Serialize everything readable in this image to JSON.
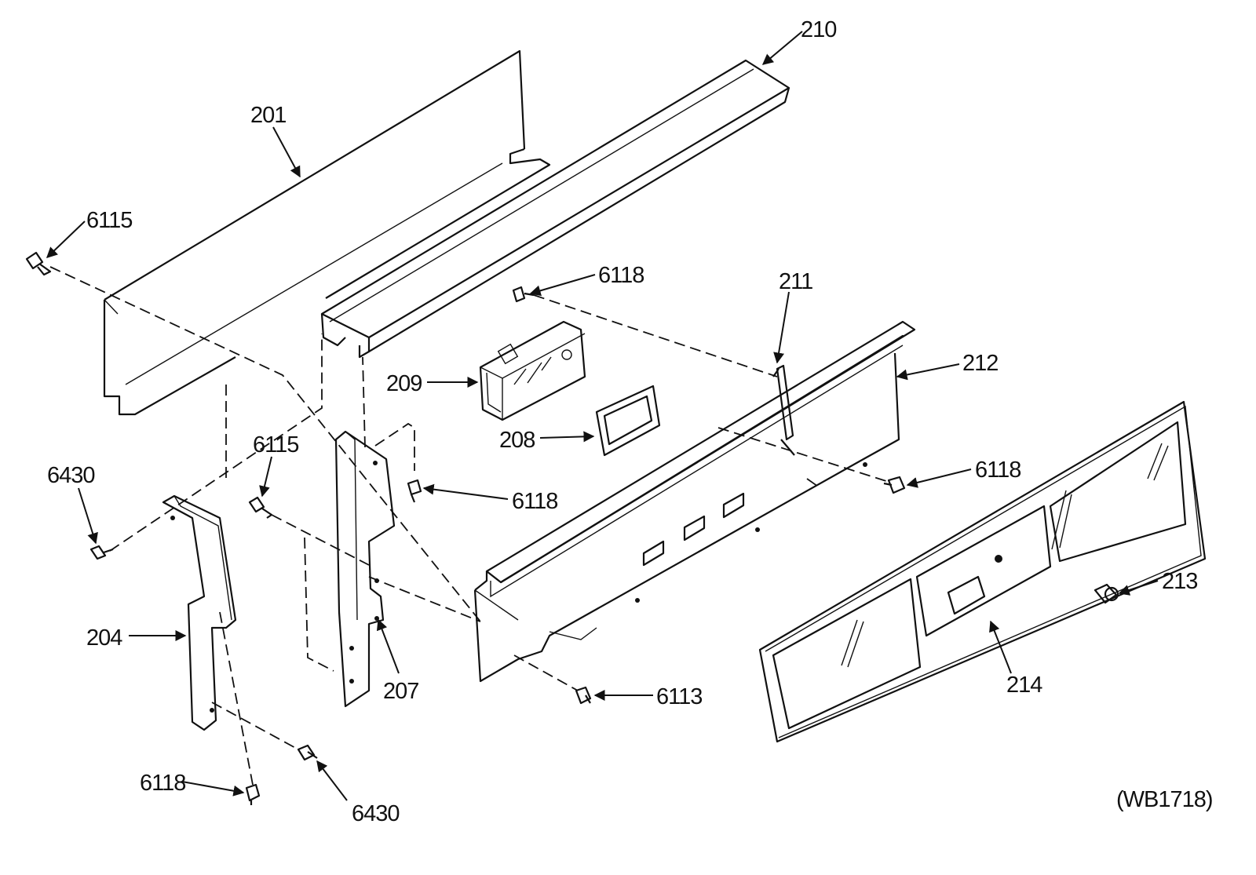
{
  "labels": {
    "l201": "201",
    "l210": "210",
    "l6115a": "6115",
    "l6118a": "6118",
    "l211": "211",
    "l212": "212",
    "l209": "209",
    "l208": "208",
    "l6115b": "6115",
    "l6430a": "6430",
    "l6118b": "6118",
    "l6118c": "6118",
    "l213": "213",
    "l204": "204",
    "l207": "207",
    "l214": "214",
    "l6113": "6113",
    "l6118d": "6118",
    "l6430b": "6430",
    "code": "(WB1718)"
  }
}
